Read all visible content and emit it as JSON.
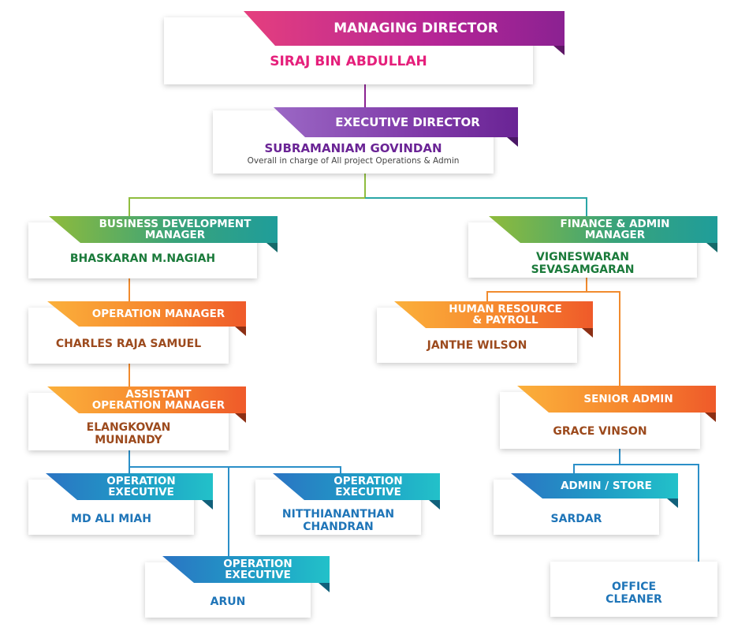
{
  "colors": {
    "md_name": "#e51f7b",
    "ed_name": "#6a2495",
    "manager_name": "#1a7a3a",
    "ops_name": "#9c4a1d",
    "exec_name": "#1f75b8",
    "line_green": "#8fbd3f",
    "line_teal": "#2aa6a6",
    "line_orange": "#f18b2e",
    "line_blue": "#2b8fc8"
  },
  "managing_director": {
    "title": "MANAGING DIRECTOR",
    "name": "SIRAJ BIN ABDULLAH"
  },
  "executive_director": {
    "title": "EXECUTIVE DIRECTOR",
    "name": "SUBRAMANIAM GOVINDAN",
    "description": "Overall in charge of All project Operations & Admin"
  },
  "business_development": {
    "title_1": "BUSINESS DEVELOPMENT",
    "title_2": "MANAGER",
    "name": "BHASKARAN M.NAGIAH"
  },
  "operation_manager": {
    "title": "OPERATION MANAGER",
    "name": "CHARLES RAJA SAMUEL"
  },
  "assistant_operation_manager": {
    "title_1": "ASSISTANT",
    "title_2": "OPERATION MANAGER",
    "name_1": "ELANGKOVAN",
    "name_2": "MUNIANDY"
  },
  "operation_executives": [
    {
      "title_1": "OPERATION",
      "title_2": "EXECUTIVE",
      "name_1": "MD ALI MIAH",
      "name_2": ""
    },
    {
      "title_1": "OPERATION",
      "title_2": "EXECUTIVE",
      "name_1": "NITTHIANANTHAN",
      "name_2": "CHANDRAN"
    },
    {
      "title_1": "OPERATION",
      "title_2": "EXECUTIVE",
      "name_1": "ARUN",
      "name_2": ""
    }
  ],
  "finance_admin": {
    "title_1": "FINANCE & ADMIN",
    "title_2": "MANAGER",
    "name_1": "VIGNESWARAN",
    "name_2": "SEVASAMGARAN"
  },
  "human_resource": {
    "title_1": "HUMAN RESOURCE",
    "title_2": "& PAYROLL",
    "name": "JANTHE WILSON"
  },
  "senior_admin": {
    "title": "SENIOR ADMIN",
    "name": "GRACE VINSON"
  },
  "admin_store": {
    "title": "ADMIN / STORE",
    "name": "SARDAR"
  },
  "office_cleaner": {
    "name_1": "OFFICE",
    "name_2": "CLEANER"
  }
}
